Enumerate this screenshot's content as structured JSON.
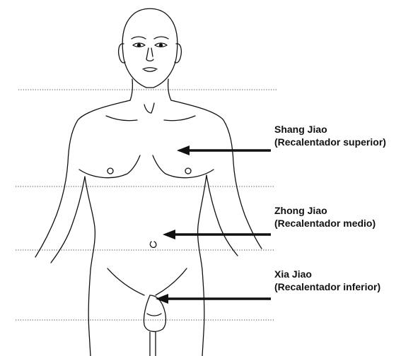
{
  "regions": [
    {
      "id": "upper",
      "name": "Shang Jiao",
      "subtitle": "(Recalentador superior)"
    },
    {
      "id": "middle",
      "name": "Zhong Jiao",
      "subtitle": "(Recalentador medio)"
    },
    {
      "id": "lower",
      "name": "Xia Jiao",
      "subtitle": "(Recalentador inferior)"
    }
  ],
  "colors": {
    "ink": "#111111",
    "divider": "#444444",
    "background": "#ffffff"
  }
}
